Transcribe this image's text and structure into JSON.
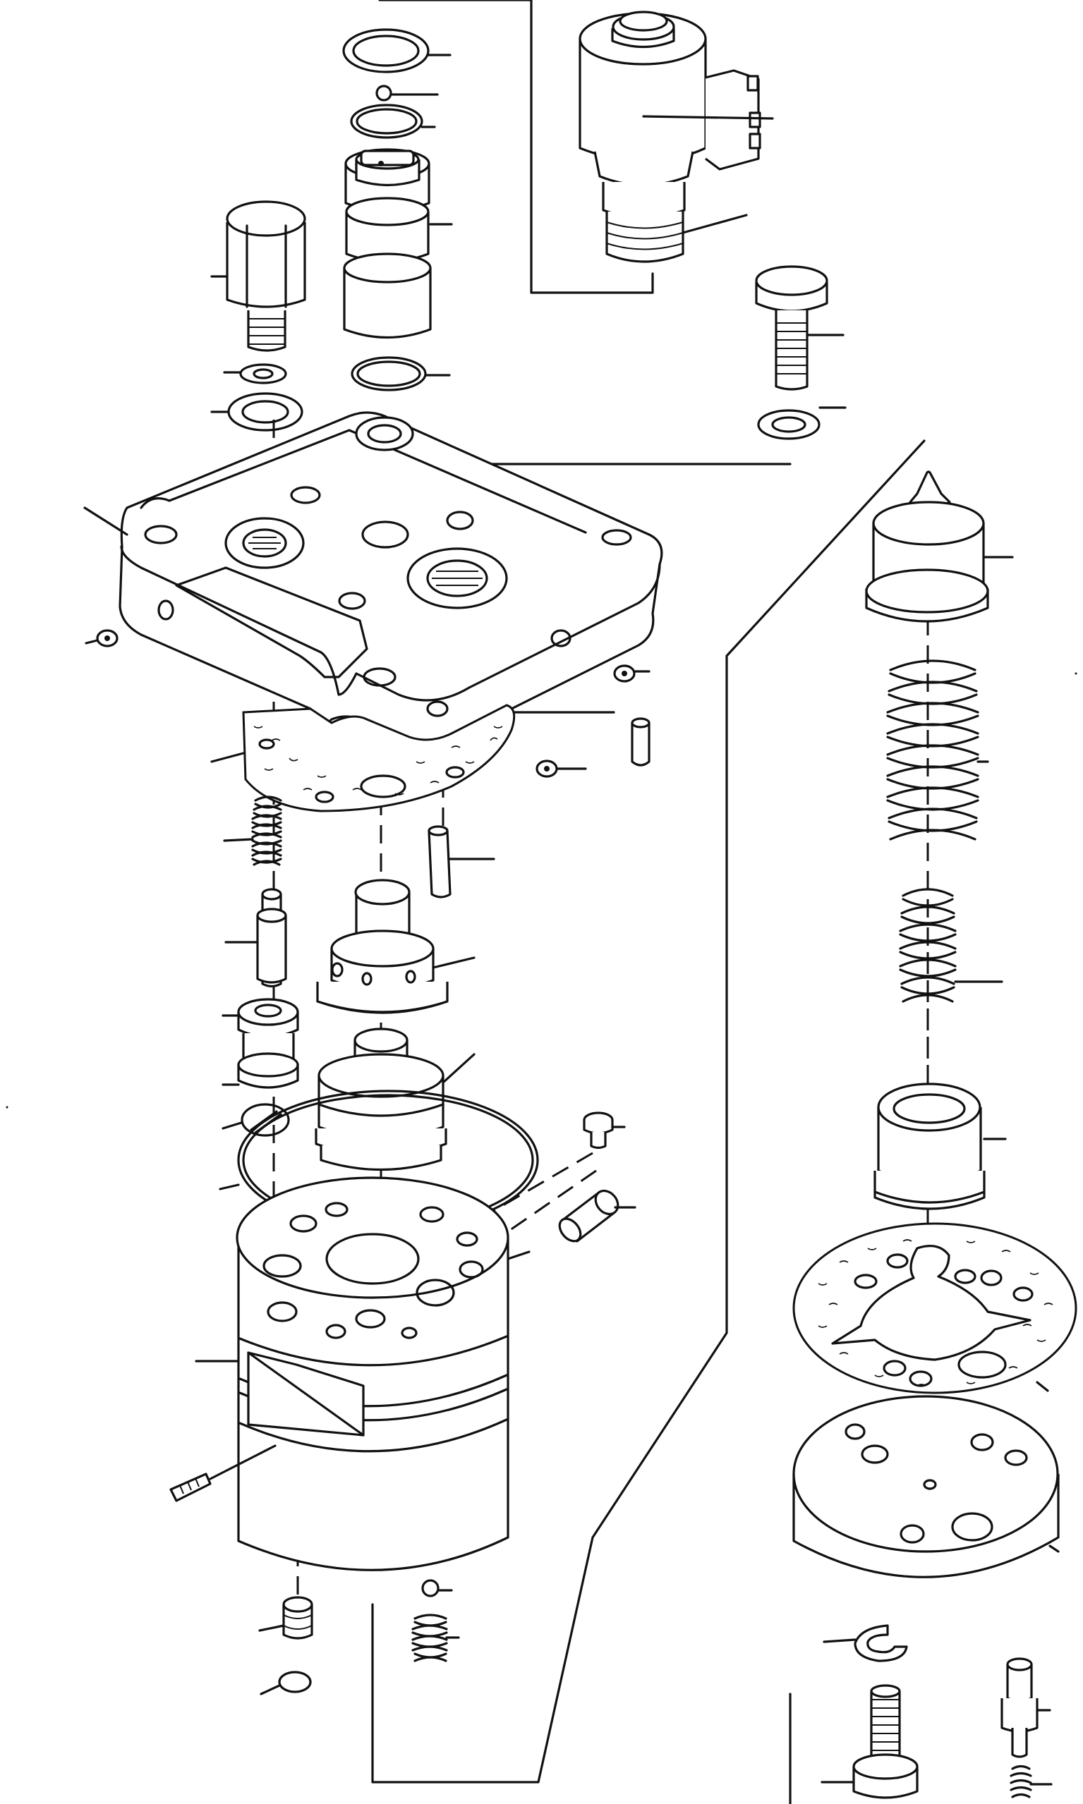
{
  "diagram": {
    "type": "exploded-parts-view",
    "parts": [
      {
        "id": "solenoid"
      },
      {
        "id": "top-seal-ring"
      },
      {
        "id": "ball"
      },
      {
        "id": "o-ring"
      },
      {
        "id": "solenoid-cartridge"
      },
      {
        "id": "cartridge-o-ring"
      },
      {
        "id": "plug"
      },
      {
        "id": "plug-washer"
      },
      {
        "id": "plug-seal"
      },
      {
        "id": "bolt"
      },
      {
        "id": "lock-washer"
      },
      {
        "id": "cover-plate"
      },
      {
        "id": "gasket"
      },
      {
        "id": "spring"
      },
      {
        "id": "plunger"
      },
      {
        "id": "valve-seat"
      },
      {
        "id": "pin"
      },
      {
        "id": "piston"
      },
      {
        "id": "piston-lower"
      },
      {
        "id": "o-ring-large"
      },
      {
        "id": "pump-body"
      },
      {
        "id": "screw-pin"
      },
      {
        "id": "check-spring"
      },
      {
        "id": "check-ball"
      },
      {
        "id": "relief-valve"
      },
      {
        "id": "relief-spring-large"
      },
      {
        "id": "relief-spring-small"
      },
      {
        "id": "relief-sleeve"
      },
      {
        "id": "relief-gasket"
      },
      {
        "id": "end-plate"
      },
      {
        "id": "snap-ring"
      },
      {
        "id": "end-bolt"
      },
      {
        "id": "fitting"
      },
      {
        "id": "small-spring"
      }
    ]
  }
}
